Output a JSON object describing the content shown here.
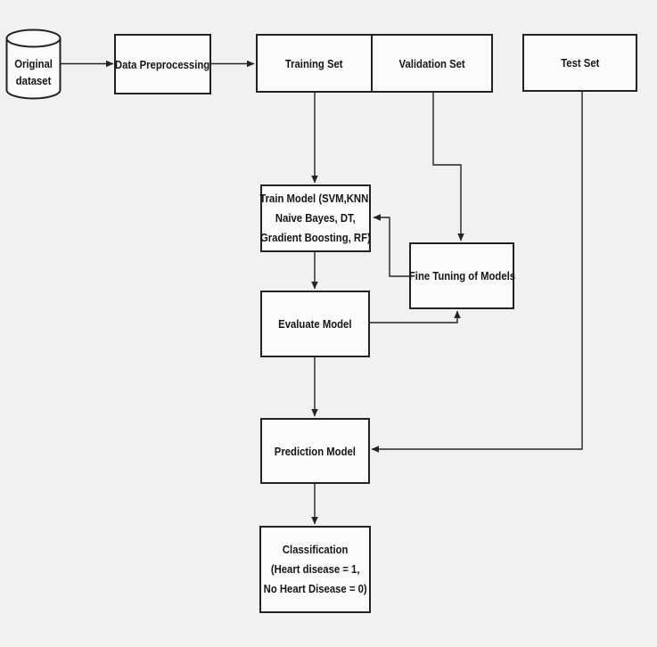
{
  "diagram": {
    "background": "#f1f1f1",
    "line_color": "#242424",
    "node_fill": "#fbfbfb",
    "nodes": {
      "original_dataset": {
        "lines": [
          "Original",
          "dataset"
        ]
      },
      "data_preprocessing": {
        "label": "Data Preprocessing"
      },
      "training_set": {
        "label": "Training Set"
      },
      "validation_set": {
        "label": "Validation Set"
      },
      "test_set": {
        "label": "Test Set"
      },
      "train_model": {
        "lines": [
          "Train Model (SVM,KNN,",
          "Naive Bayes, DT,",
          "Gradient Boosting, RF)"
        ]
      },
      "fine_tuning": {
        "label": "Fine Tuning of Models"
      },
      "evaluate_model": {
        "label": "Evaluate Model"
      },
      "prediction_model": {
        "label": "Prediction Model"
      },
      "classification": {
        "lines": [
          "Classification",
          "(Heart disease = 1,",
          "No Heart Disease = 0)"
        ]
      }
    }
  }
}
